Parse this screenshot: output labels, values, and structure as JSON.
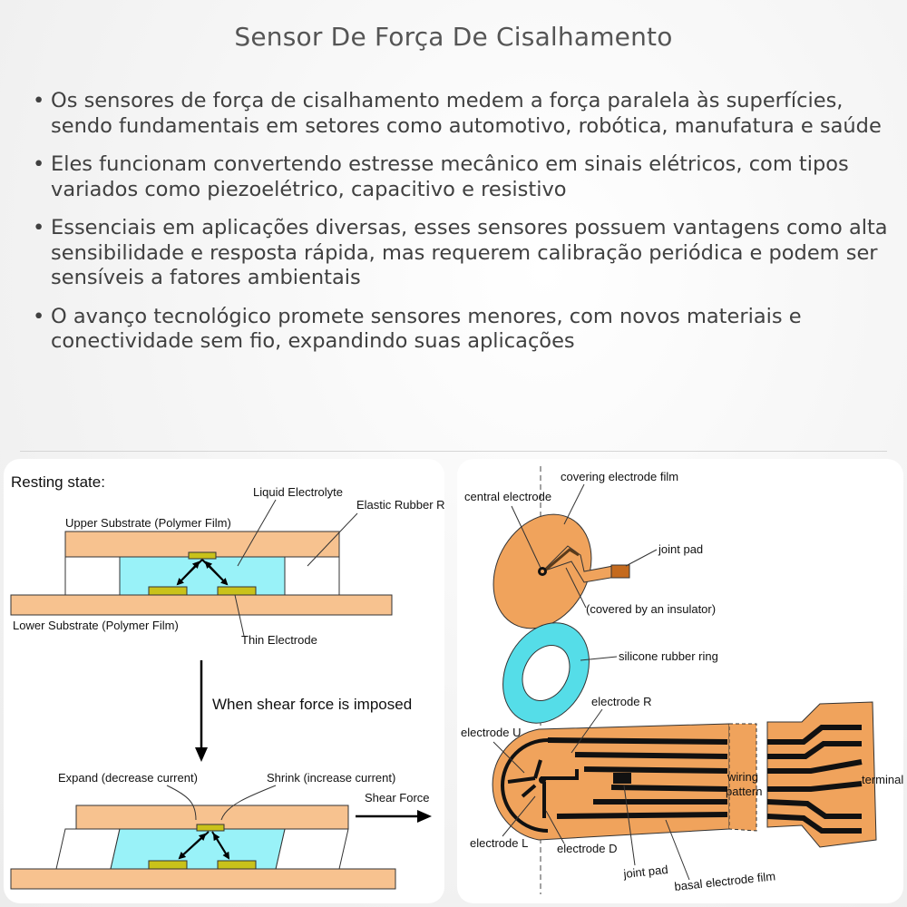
{
  "title": "Sensor De Força De Cisalhamento",
  "bullets": [
    "Os sensores de força de cisalhamento medem a força paralela às superfícies, sendo fundamentais em setores como automotivo, robótica, manufatura e saúde",
    "Eles funcionam convertendo estresse mecânico em sinais elétricos, com tipos variados como piezoelétrico, capacitivo e resistivo",
    "Essenciais em aplicações diversas, esses sensores possuem vantagens como alta sensibilidade e resposta rápida, mas requerem calibração periódica e podem ser sensíveis a fatores ambientais",
    "O avanço tecnológico promete sensores menores, com novos materiais e conectividade sem fio, expandindo suas aplicações"
  ],
  "bullet_symbol": "•",
  "left_diagram": {
    "resting_state": "Resting state:",
    "liquid_electrolyte": "Liquid Electrolyte",
    "elastic_rubber_ring": "Elastic Rubber Ring",
    "upper_substrate": "Upper Substrate (Polymer Film)",
    "lower_substrate": "Lower Substrate (Polymer Film)",
    "thin_electrode": "Thin Electrode",
    "when_shear": "When shear force is imposed",
    "expand": "Expand (decrease current)",
    "shrink": "Shrink (increase current)",
    "shear_force": "Shear Force"
  },
  "right_diagram": {
    "central_electrode": "central electrode",
    "covering_electrode_film": "covering electrode film",
    "joint_pad_top": "joint pad",
    "covered_insulator": "(covered by an insulator)",
    "silicone_rubber_ring": "silicone rubber ring",
    "electrode_r": "electrode R",
    "electrode_u": "electrode U",
    "wiring": "wiring",
    "pattern": "pattern",
    "terminal": "terminal",
    "electrode_l": "electrode L",
    "electrode_d": "electrode D",
    "joint_pad_bottom": "joint pad",
    "basal_electrode_film": "basal electrode film"
  },
  "colors": {
    "substrate": "#f7c28f",
    "electrolyte": "#99f2f8",
    "electrode": "#c9c21a",
    "film": "#f0a35c",
    "ring": "#55dde8"
  }
}
